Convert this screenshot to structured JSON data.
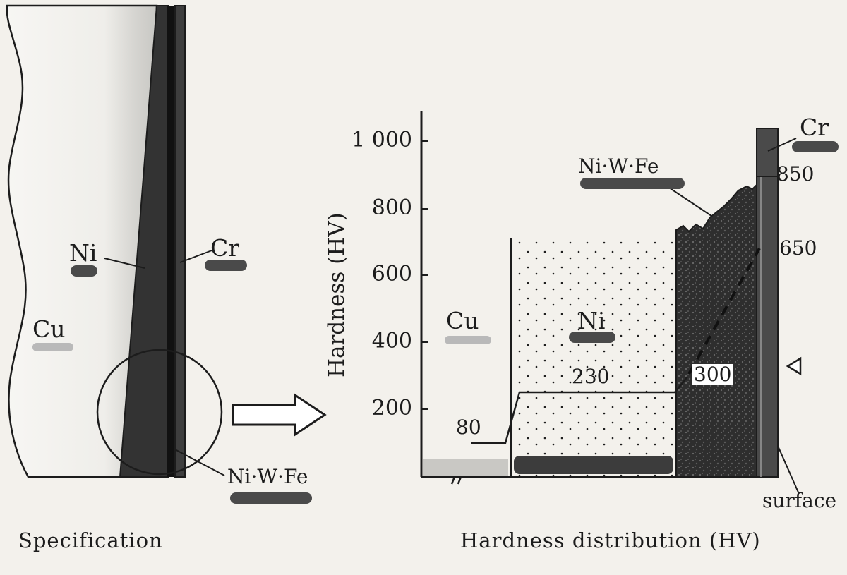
{
  "left_panel": {
    "labels": {
      "ni": "Ni",
      "cr": "Cr",
      "cu": "Cu",
      "niwfe": "Ni·W·Fe"
    },
    "caption": "Specification"
  },
  "right_panel": {
    "ylabel": "Hardness (HV)",
    "yticks": [
      "1 000",
      "800",
      "600",
      "400",
      "200"
    ],
    "labels": {
      "cr": "Cr",
      "niwfe": "Ni·W·Fe",
      "cu": "Cu",
      "ni": "Ni",
      "surface": "surface"
    },
    "values": {
      "v80": "80",
      "v230": "230",
      "v300": "300",
      "v650": "650",
      "v850": "850"
    },
    "caption": "Hardness distribution (HV)"
  },
  "colors": {
    "dark_layer": "#3a3a3a",
    "ink": "#1c1c1c",
    "highlight_bar": "#4a4a4a"
  }
}
